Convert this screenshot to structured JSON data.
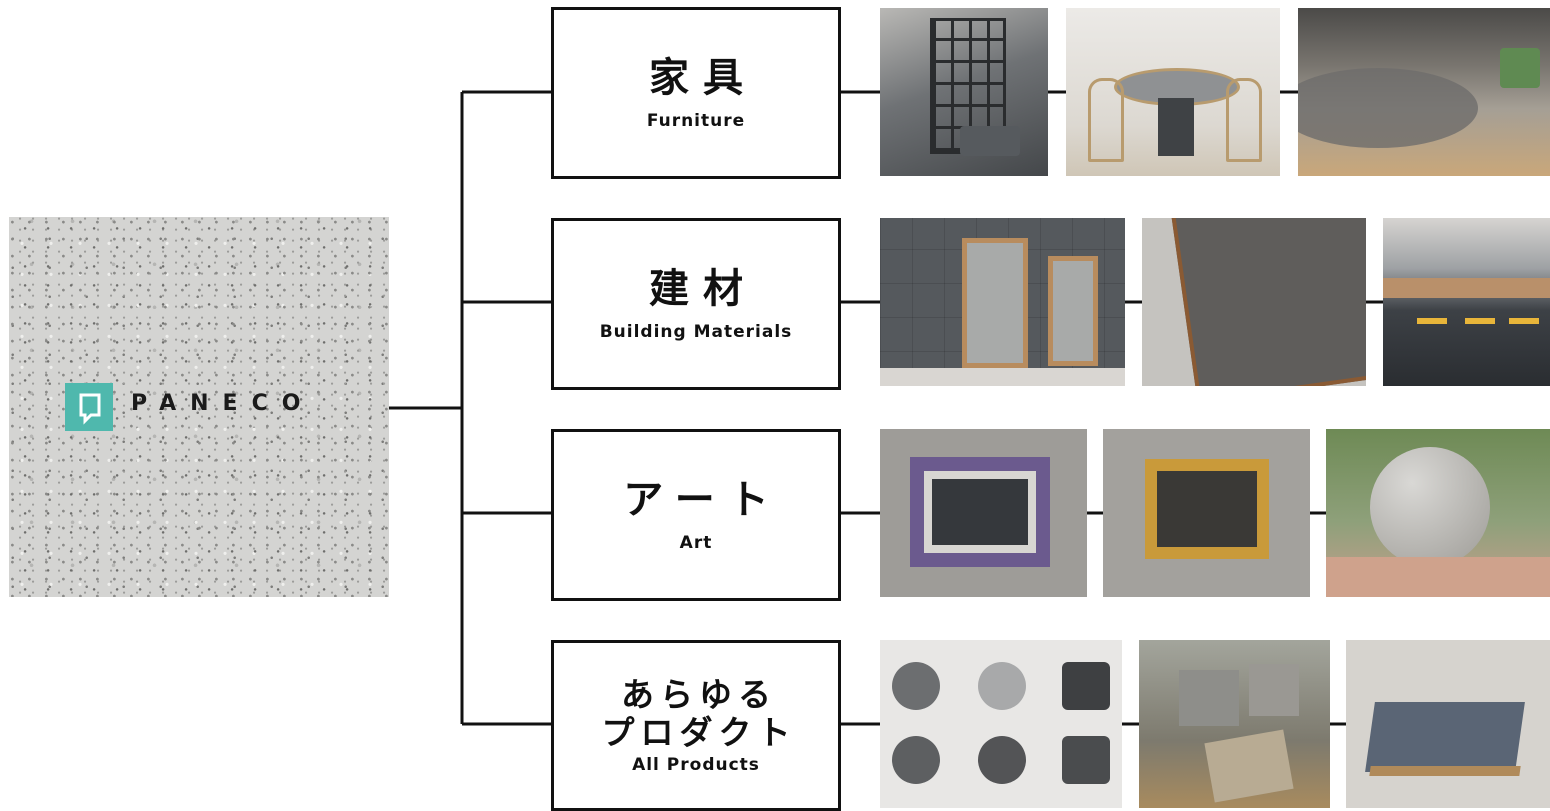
{
  "logo": {
    "icon": "paneco-logo-mark",
    "name": "PANECO",
    "accent": "#4fb8ad"
  },
  "categories": [
    {
      "jp": "家具",
      "en": "Furniture",
      "photos": [
        {
          "icon": "shelving-furniture-photo",
          "color": "#7d8083"
        },
        {
          "icon": "round-table-chairs-photo",
          "color": "#e4e1dc"
        },
        {
          "icon": "lounge-interior-photo",
          "color": "#8e8a84"
        }
      ]
    },
    {
      "jp": "建材",
      "en": "Building Materials",
      "photos": [
        {
          "icon": "store-facade-photo",
          "color": "#55595d"
        },
        {
          "icon": "panel-edge-photo",
          "color": "#6e6c6a"
        },
        {
          "icon": "bar-counter-photo",
          "color": "#3d4146"
        }
      ]
    },
    {
      "jp": "アート",
      "en": "Art",
      "photos": [
        {
          "icon": "framed-art-purple-photo",
          "color": "#9e9c98"
        },
        {
          "icon": "gold-frame-art-photo",
          "color": "#a3a19d"
        },
        {
          "icon": "sphere-sculpture-photo",
          "color": "#8a9a7c"
        }
      ]
    },
    {
      "jp": "あらゆる\nプロダクト",
      "en": "All Products",
      "photos": [
        {
          "icon": "wall-clocks-photo",
          "color": "#e8e7e5"
        },
        {
          "icon": "planter-pots-photo",
          "color": "#8f8b7f"
        },
        {
          "icon": "tray-box-photo",
          "color": "#d6d3ce"
        }
      ]
    }
  ]
}
